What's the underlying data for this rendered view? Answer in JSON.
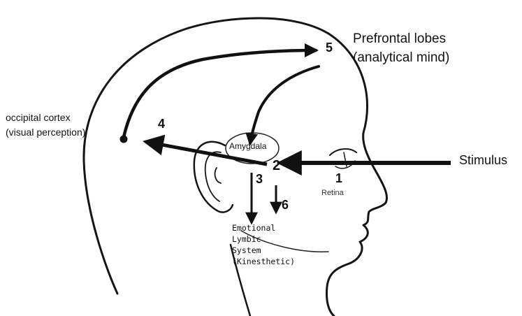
{
  "labels": {
    "prefrontal_title": "Prefrontal lobes",
    "prefrontal_sub": "(analytical mind)",
    "occipital_title": "occipital cortex",
    "occipital_sub": "(visual perception)",
    "amygdala": "Amygdala",
    "stimulus": "Stimulus",
    "retina": "Retina",
    "limbic_line1": "Emotional",
    "limbic_line2": "Lymbic",
    "limbic_line3": "System",
    "limbic_line4": "(Kinesthetic)"
  },
  "steps": {
    "one": "1",
    "two": "2",
    "three": "3",
    "four": "4",
    "five": "5",
    "six": "6"
  }
}
